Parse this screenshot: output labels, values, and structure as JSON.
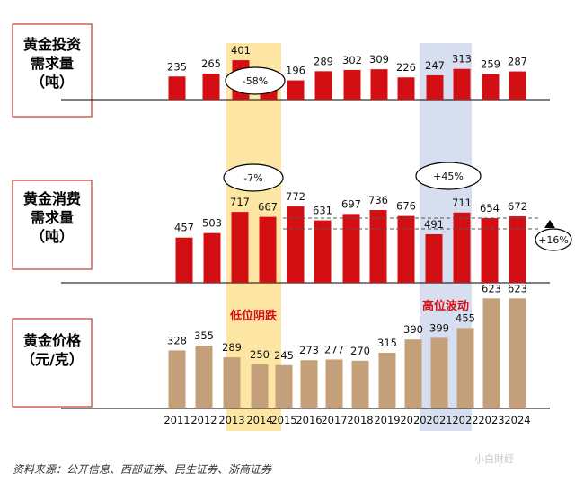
{
  "chart_data": {
    "type": "bar",
    "categories": [
      "2011",
      "2012",
      "2013",
      "2014",
      "2015",
      "2016",
      "2017",
      "2018",
      "2019",
      "2020",
      "2021",
      "2022",
      "2023",
      "2024"
    ],
    "panels": [
      {
        "label_lines": [
          "黄金投资",
          "需求量",
          "（吨）"
        ],
        "color": "#d40f14",
        "values": [
          235,
          265,
          401,
          null,
          196,
          289,
          302,
          309,
          226,
          247,
          313,
          259,
          287
        ],
        "ylim": [
          0,
          420
        ]
      },
      {
        "label_lines": [
          "黄金消费",
          "需求量",
          "（吨）"
        ],
        "color": "#d40f14",
        "values": [
          457,
          503,
          717,
          667,
          772,
          631,
          697,
          736,
          676,
          491,
          711,
          654,
          672
        ],
        "ylim": [
          0,
          800
        ]
      },
      {
        "label_lines": [
          "黄金价格",
          "（元/克）"
        ],
        "color": "#c4a07a",
        "values": [
          328,
          355,
          289,
          250,
          245,
          273,
          277,
          270,
          315,
          390,
          399,
          455,
          623,
          623
        ],
        "ylim": [
          0,
          650
        ]
      }
    ],
    "annotations": {
      "bubble_invest": "-58%",
      "bubble_consume_low": "-7%",
      "bubble_consume_high": "+45%",
      "arrow_label": "+16%",
      "band_low": "低位阴跌",
      "band_high": "高位波动"
    },
    "highlight_colors": {
      "low_band": "#fde6a3",
      "high_band": "#d6deef",
      "text": "#d40f14"
    }
  },
  "footer": {
    "source": "资料来源：公开信息、西部证券、民生证券、浙商证券",
    "watermark": "小白財經"
  }
}
